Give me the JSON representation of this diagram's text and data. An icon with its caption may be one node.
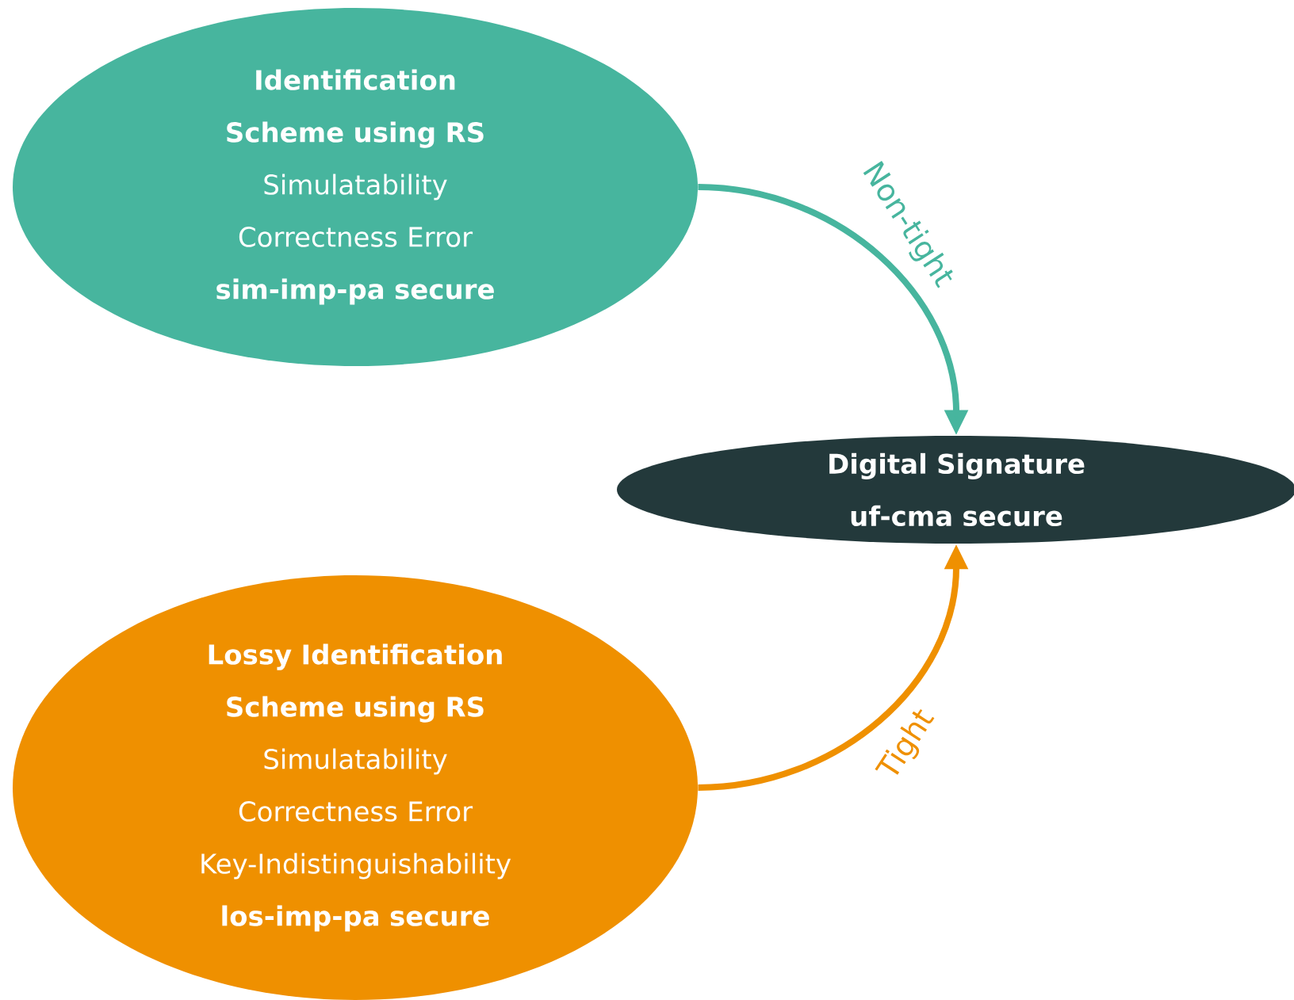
{
  "diagram": {
    "nodes": [
      {
        "text": [
          "Identification Scheme using RS",
          "Simulatability",
          "Correctness Error",
          "sim-imp-pa secure"
        ]
      },
      {
        "text": [
          "Digital Signature",
          "uf-cma secure"
        ]
      },
      {
        "text": [
          "Lossy Identification Scheme using RS",
          "Simulatability",
          "Correctness Error",
          "Key-Indistinguishability",
          "los-imp-pa secure"
        ]
      }
    ],
    "edges": [
      {
        "from": 0,
        "to": 1,
        "arrow": "to",
        "label": "Non-tight",
        "color": "#47b59e"
      },
      {
        "from": 2,
        "to": 1,
        "arrow": "to",
        "label": "Tight",
        "color": "#ef9000"
      }
    ]
  }
}
